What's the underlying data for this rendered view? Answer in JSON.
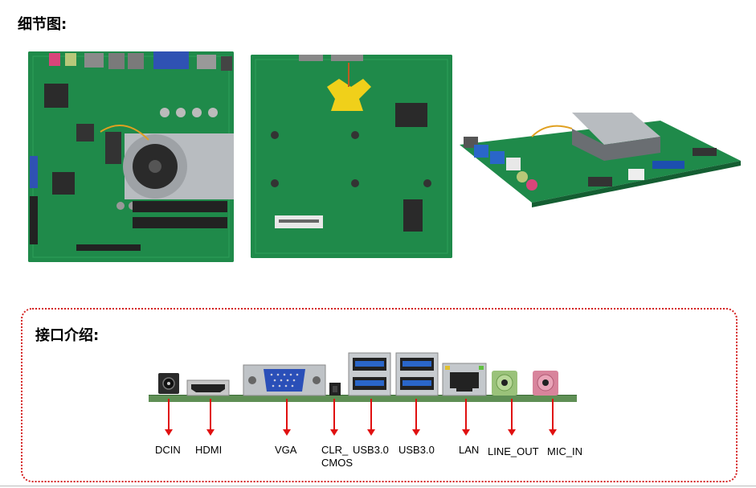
{
  "section_detail": {
    "title": "细节图:"
  },
  "section_ports": {
    "title": "接口介绍:",
    "ports": [
      {
        "label": "DCIN"
      },
      {
        "label": "HDMI"
      },
      {
        "label": "VGA"
      },
      {
        "label": "CLR_\nCMOS"
      },
      {
        "label": "USB3.0"
      },
      {
        "label": "USB3.0"
      },
      {
        "label": "LAN"
      },
      {
        "label": "LINE_OUT"
      },
      {
        "label": "MIC_IN"
      }
    ]
  },
  "colors": {
    "pcb_green": "#1f8a4a",
    "accent_red": "#e01010",
    "usb_blue": "#2a66c9"
  }
}
